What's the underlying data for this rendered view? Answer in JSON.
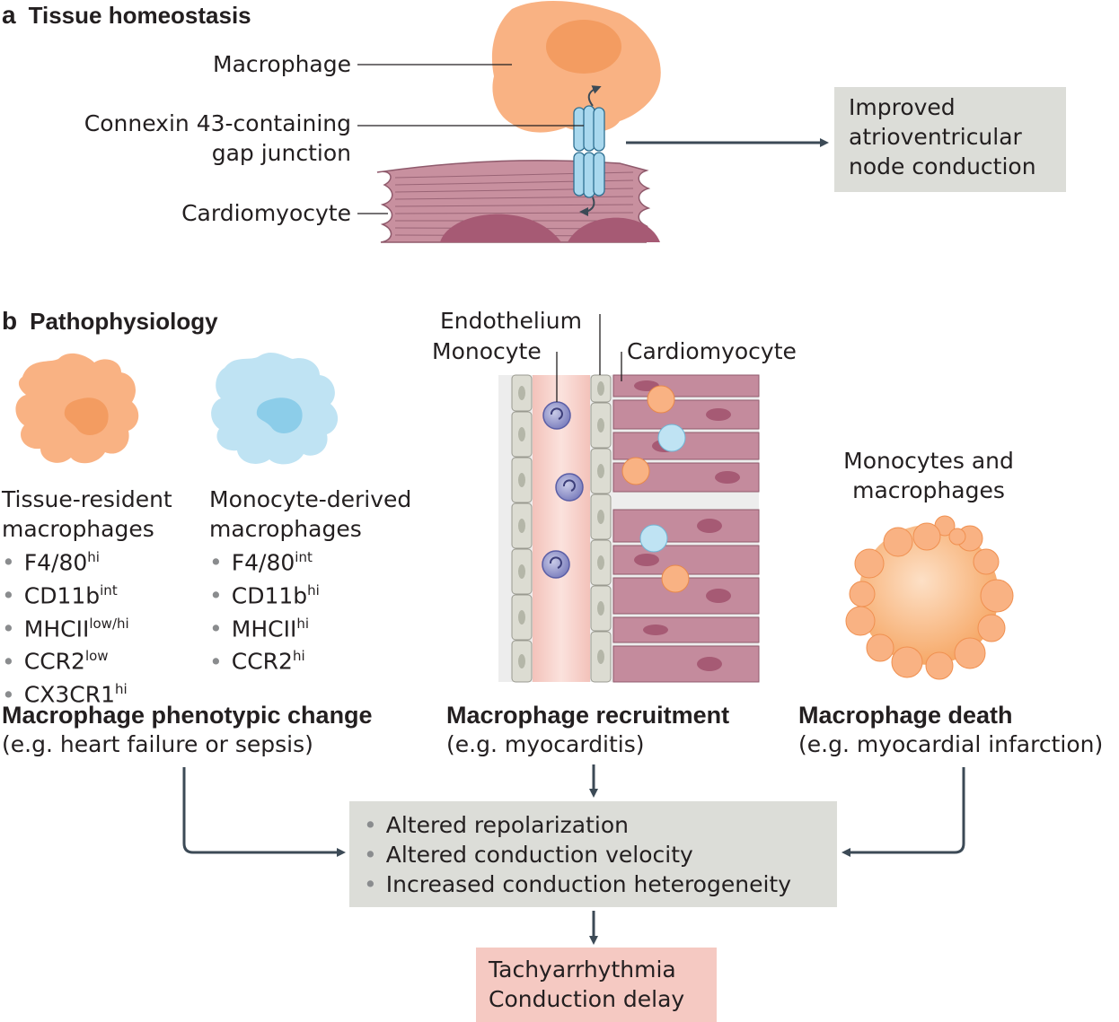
{
  "panel_a": {
    "letter": "a",
    "title": "Tissue homeostasis",
    "labels": {
      "macrophage": "Macrophage",
      "gap_junction_line1": "Connexin 43-containing",
      "gap_junction_line2": "gap junction",
      "cardiomyocyte": "Cardiomyocyte"
    },
    "outcome_box": {
      "line1": "Improved",
      "line2": "atrioventricular",
      "line3": "node conduction",
      "color": "#dcddd8"
    }
  },
  "panel_b": {
    "letter": "b",
    "title": "Pathophysiology",
    "tissue_resident": {
      "title_line1": "Tissue-resident",
      "title_line2": "macrophages",
      "markers": [
        {
          "name": "F4/80",
          "level": "hi"
        },
        {
          "name": "CD11b",
          "level": "int"
        },
        {
          "name": "MHCII",
          "level": "low/hi"
        },
        {
          "name": "CCR2",
          "level": "low"
        },
        {
          "name": "CX3CR1",
          "level": "hi"
        }
      ]
    },
    "monocyte_derived": {
      "title_line1": "Monocyte-derived",
      "title_line2": "macrophages",
      "markers": [
        {
          "name": "F4/80",
          "level": "int"
        },
        {
          "name": "CD11b",
          "level": "hi"
        },
        {
          "name": "MHCII",
          "level": "hi"
        },
        {
          "name": "CCR2",
          "level": "hi"
        }
      ]
    },
    "recruitment_labels": {
      "endothelium": "Endothelium",
      "monocyte": "Monocyte",
      "cardiomyocyte": "Cardiomyocyte"
    },
    "death_label": {
      "line1": "Monocytes and",
      "line2": "macrophages"
    },
    "mechanisms": [
      {
        "title": "Macrophage phenotypic change",
        "example": "(e.g. heart failure or sepsis)"
      },
      {
        "title": "Macrophage recruitment",
        "example": "(e.g. myocarditis)"
      },
      {
        "title": "Macrophage death",
        "example": "(e.g. myocardial infarction)"
      }
    ],
    "effects_box": {
      "items": [
        "Altered repolarization",
        "Altered conduction velocity",
        "Increased conduction heterogeneity"
      ],
      "color": "#dcddd8"
    },
    "outcome_box": {
      "line1": "Tachyarrhythmia",
      "line2": "Conduction delay",
      "color": "#f5c9c2"
    }
  },
  "colors": {
    "macrophage_orange": "#f9b17f",
    "macrophage_nucleus": "#f39a5c",
    "monocyte_blue": "#bfe3f3",
    "cardiomyocyte": "#c48b9d",
    "cardiomyocyte_nucleus": "#a55c75",
    "vessel": "#f6d2cc",
    "arrow": "#3c4a56"
  }
}
